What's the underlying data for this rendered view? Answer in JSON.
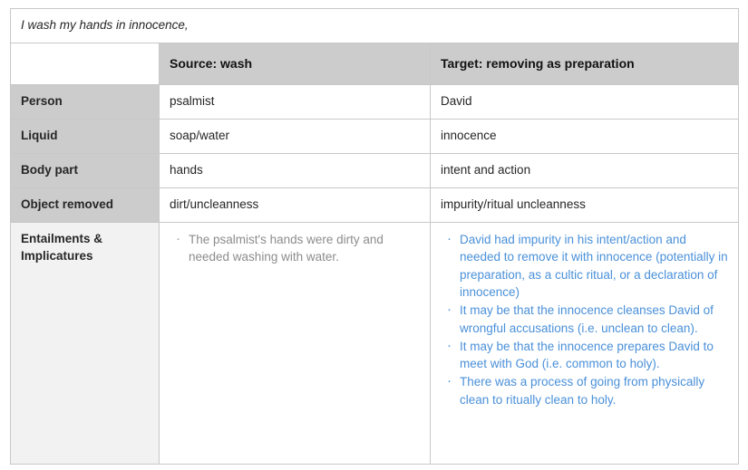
{
  "table": {
    "caption": "I wash my hands in innocence,",
    "columns": {
      "label_col": "",
      "source": "Source: wash",
      "target": "Target: removing as preparation"
    },
    "rows": [
      {
        "label": "Person",
        "source": "psalmist",
        "target": "David"
      },
      {
        "label": "Liquid",
        "source": "soap/water",
        "target": "innocence"
      },
      {
        "label": "Body part",
        "source": "hands",
        "target": "intent and action"
      },
      {
        "label": "Object removed",
        "source": "dirt/uncleanness",
        "target": "impurity/ritual uncleanness"
      }
    ],
    "entailments": {
      "label": "Entailments & Implicatures",
      "source_bullets": [
        "The psalmist's hands were dirty and needed washing with water."
      ],
      "target_bullets": [
        "David had impurity in his intent/action and needed to remove it with innocence (potentially in preparation, as a cultic ritual, or a declaration of innocence)",
        "It may be that the innocence cleanses David of wrongful accusations (i.e. unclean to clean).",
        "It may be that the innocence prepares David to meet with God (i.e. common to holy).",
        "There was a process of going from physically clean to ritually clean to holy."
      ]
    }
  },
  "colors": {
    "header_gray": "#cccccc",
    "label_light": "#f2f2f2",
    "border": "#c8c8c8",
    "source_text": "#8c8c8c",
    "target_text": "#4a90d9"
  }
}
